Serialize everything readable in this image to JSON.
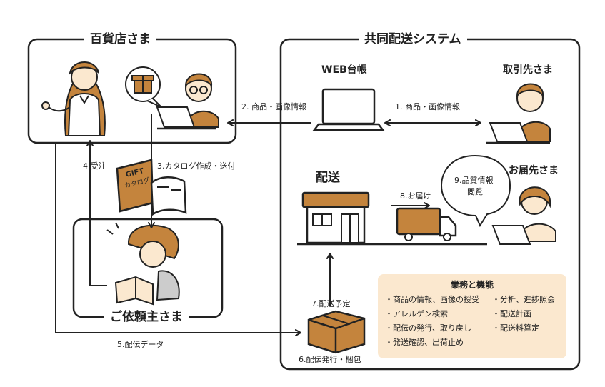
{
  "sections": {
    "department_store": "百貨店さま",
    "system": "共同配送システム",
    "client": "ご依頼主さま"
  },
  "nodes": {
    "web_ledger": "WEB台帳",
    "supplier": "取引先さま",
    "delivery": "配送",
    "recipient": "お届先さま"
  },
  "steps": {
    "s1": "1. 商品・画像情報",
    "s2": "2. 商品・画像情報",
    "s3": "3.カタログ作成・送付",
    "s4": "4.受注",
    "s5": "5.配伝データ",
    "s6": "6.配伝発行・梱包",
    "s7": "7.配送予定",
    "s8": "8.お届け",
    "s9_line1": "9.品質情報",
    "s9_line2": "閲覧"
  },
  "catalog": {
    "line1": "GIFT",
    "line2": "カタログ"
  },
  "features": {
    "title": "業務と機能",
    "left": [
      "・商品の情報、画像の授受",
      "・アレルゲン検索",
      "・配伝の発行、取り戻し",
      "・発送確認、出荷止め"
    ],
    "right": [
      "・分析、進捗照会",
      "・配送計画",
      "・配送料算定"
    ]
  },
  "colors": {
    "accent": "#c4843d",
    "accent_light": "#f2c99a",
    "panel": "#fbe8cf",
    "line": "#222222"
  }
}
